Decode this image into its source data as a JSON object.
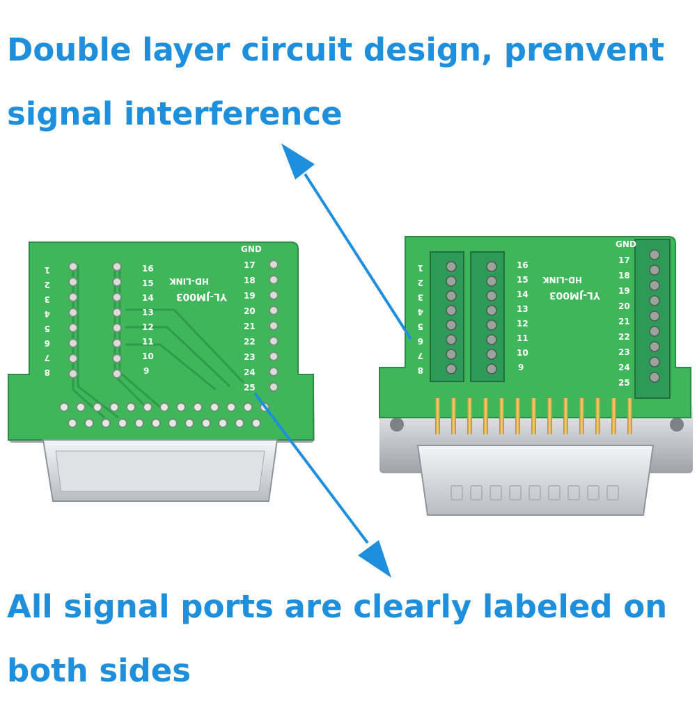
{
  "captions": {
    "top": {
      "line1": "Double layer circuit design, prenvent",
      "line2": "signal interference"
    },
    "bottom": {
      "line1": "All signal ports are clearly labeled on",
      "line2": "both sides"
    }
  },
  "board": {
    "model": "YL-JM003",
    "brand": "HD-LINK",
    "gnd_label": "GND",
    "pins_left_column": [
      "8",
      "7",
      "6",
      "5",
      "4",
      "3",
      "2",
      "1"
    ],
    "pins_mid_column": [
      "16",
      "15",
      "14",
      "13",
      "12",
      "11",
      "10",
      "9"
    ],
    "pins_right_column": [
      "17",
      "18",
      "19",
      "20",
      "21",
      "22",
      "23",
      "24",
      "25"
    ]
  },
  "colors": {
    "caption": "#1e8fdc",
    "pcb_green": "#3fb65a",
    "terminal_green": "#2e9a57",
    "arrow": "#1e8fdc",
    "metal": "#c9ccd1"
  },
  "icons": {
    "arrow_up": "arrow-up-icon",
    "arrow_down": "arrow-down-icon"
  }
}
